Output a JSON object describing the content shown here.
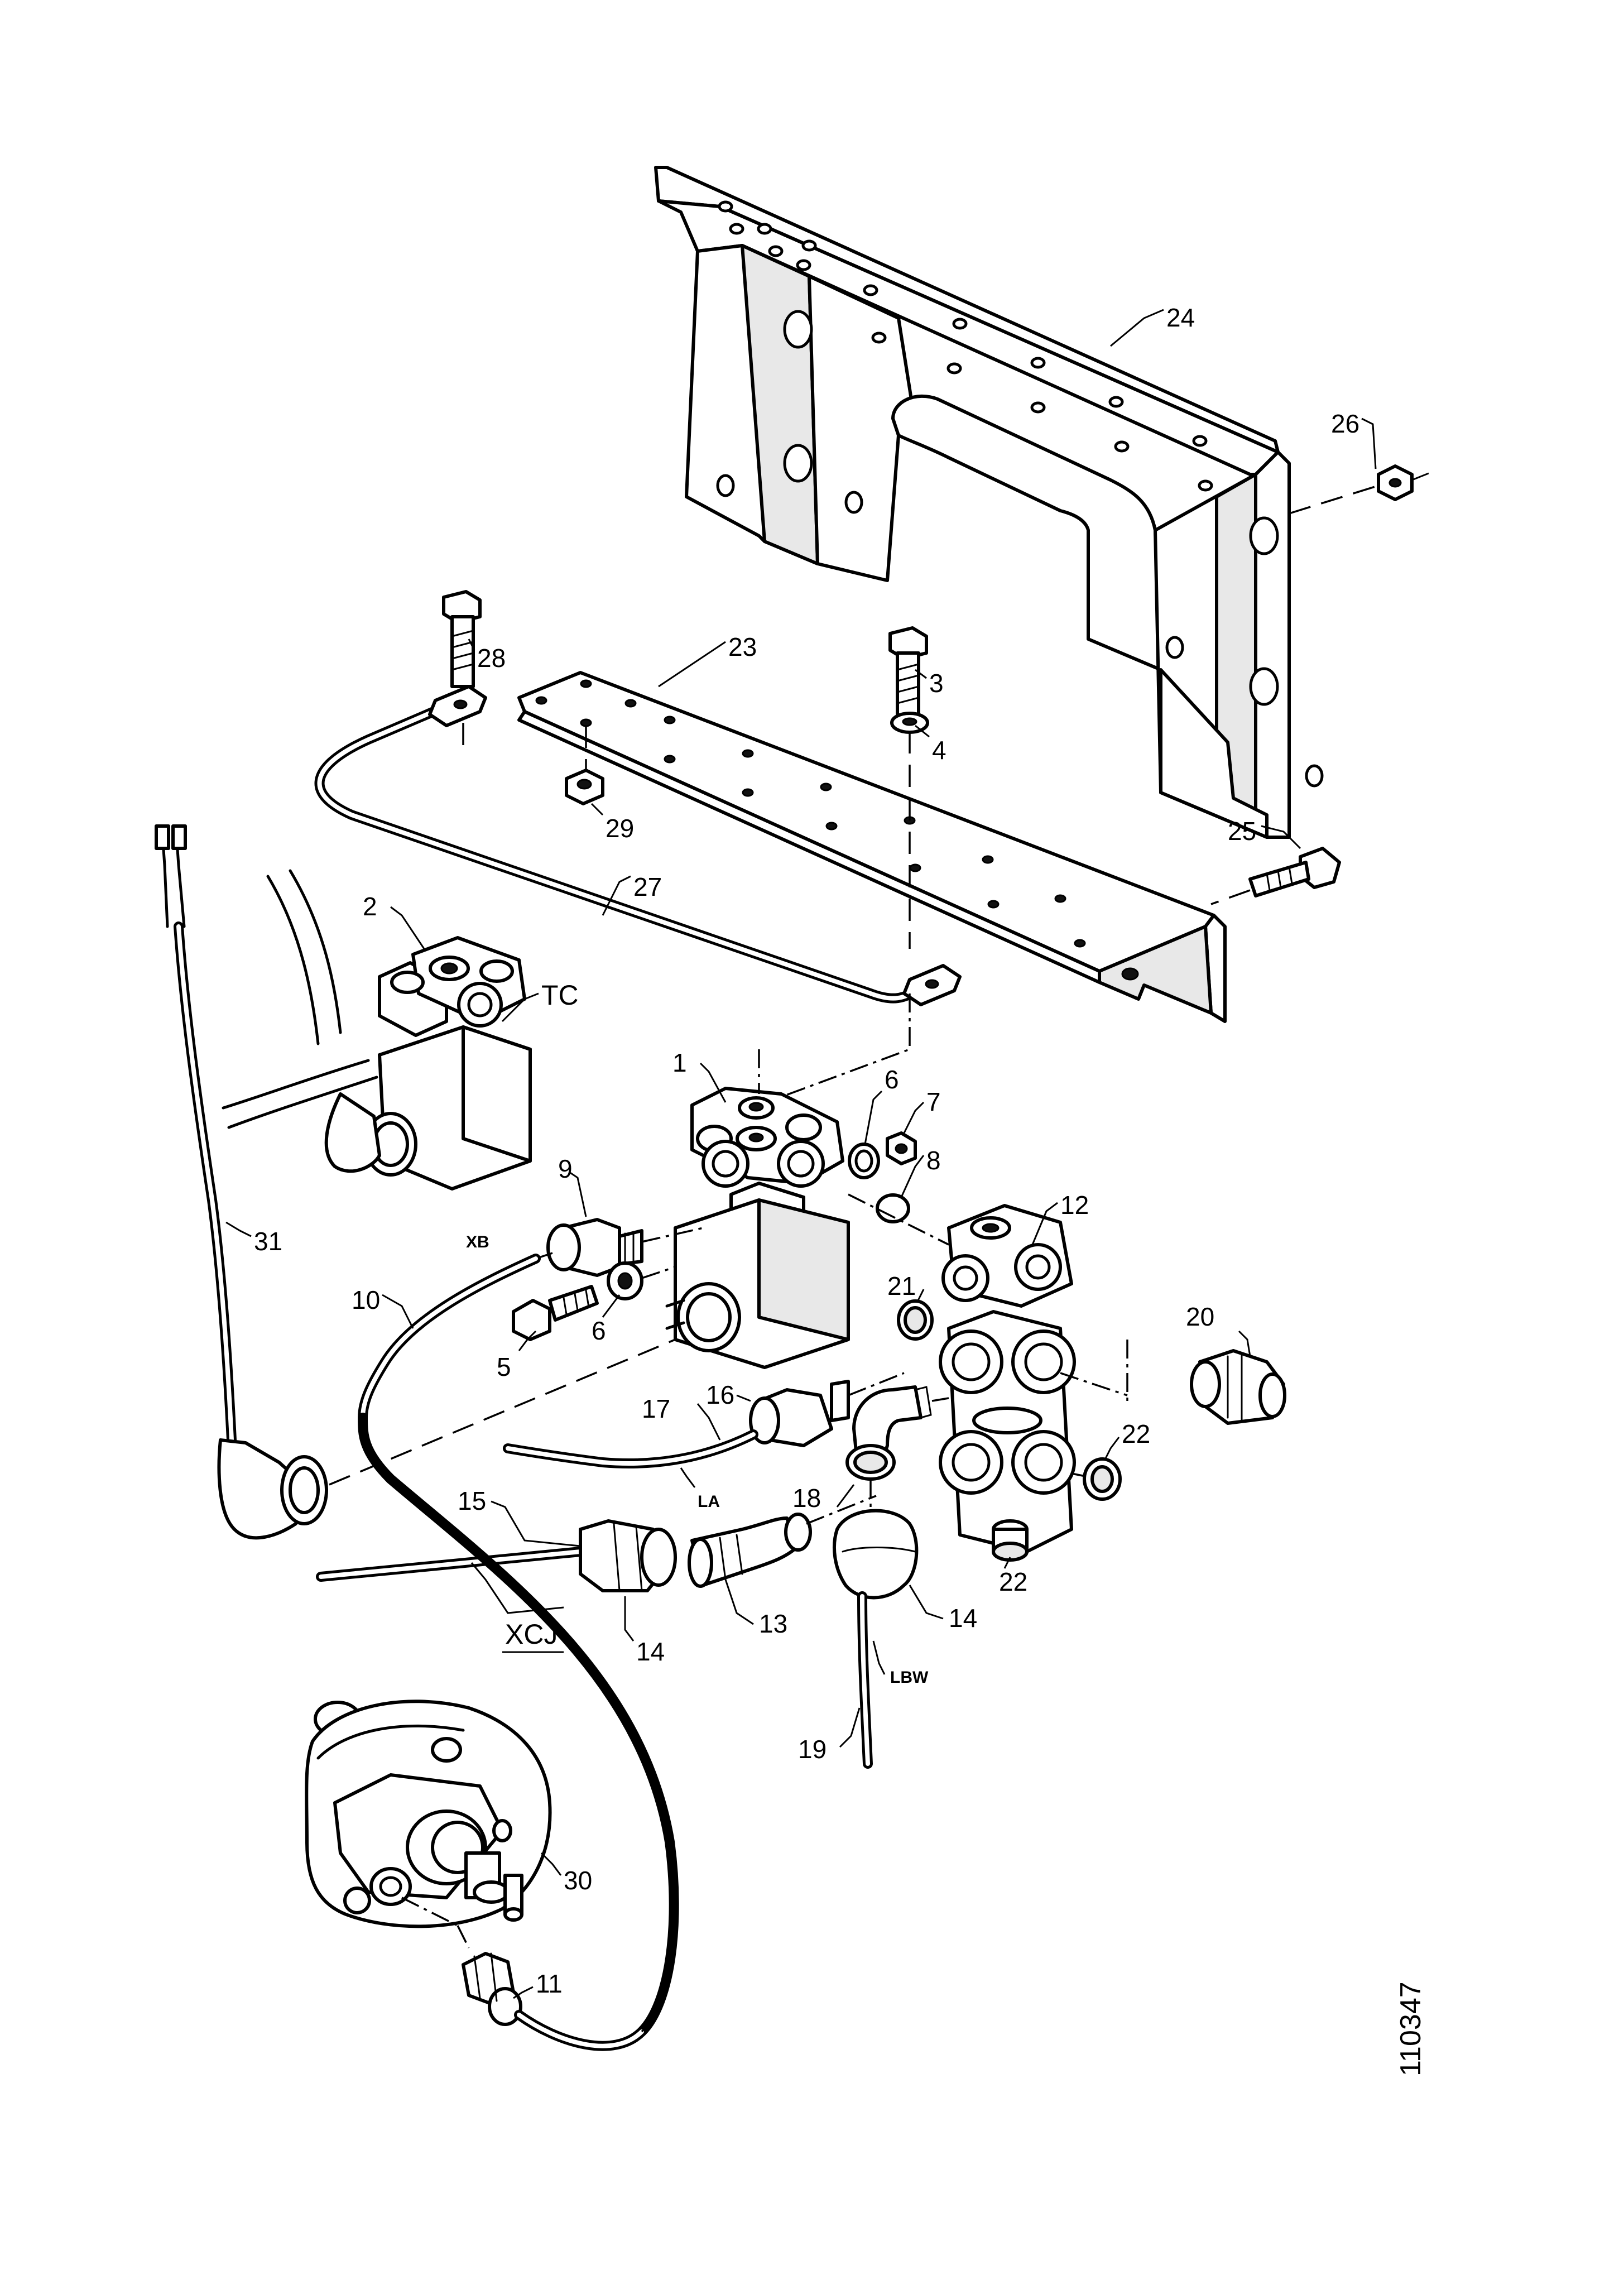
{
  "diagram": {
    "figure_number": "110347",
    "connection_codes": {
      "tc": "TC",
      "xb": "XB",
      "la": "LA",
      "xcj": "XCJ",
      "lbw": "LBW"
    },
    "callouts": {
      "c1": "1",
      "c2": "2",
      "c3": "3",
      "c4": "4",
      "c5": "5",
      "c6a": "6",
      "c6b": "6",
      "c7": "7",
      "c8": "8",
      "c9": "9",
      "c10": "10",
      "c11": "11",
      "c12": "12",
      "c13": "13",
      "c14a": "14",
      "c14b": "14",
      "c15": "15",
      "c16": "16",
      "c17": "17",
      "c18": "18",
      "c19": "19",
      "c20": "20",
      "c21": "21",
      "c22a": "22",
      "c22b": "22",
      "c23": "23",
      "c24": "24",
      "c25": "25",
      "c26": "26",
      "c27": "27",
      "c28": "28",
      "c29": "29",
      "c30": "30",
      "c31": "31"
    }
  }
}
